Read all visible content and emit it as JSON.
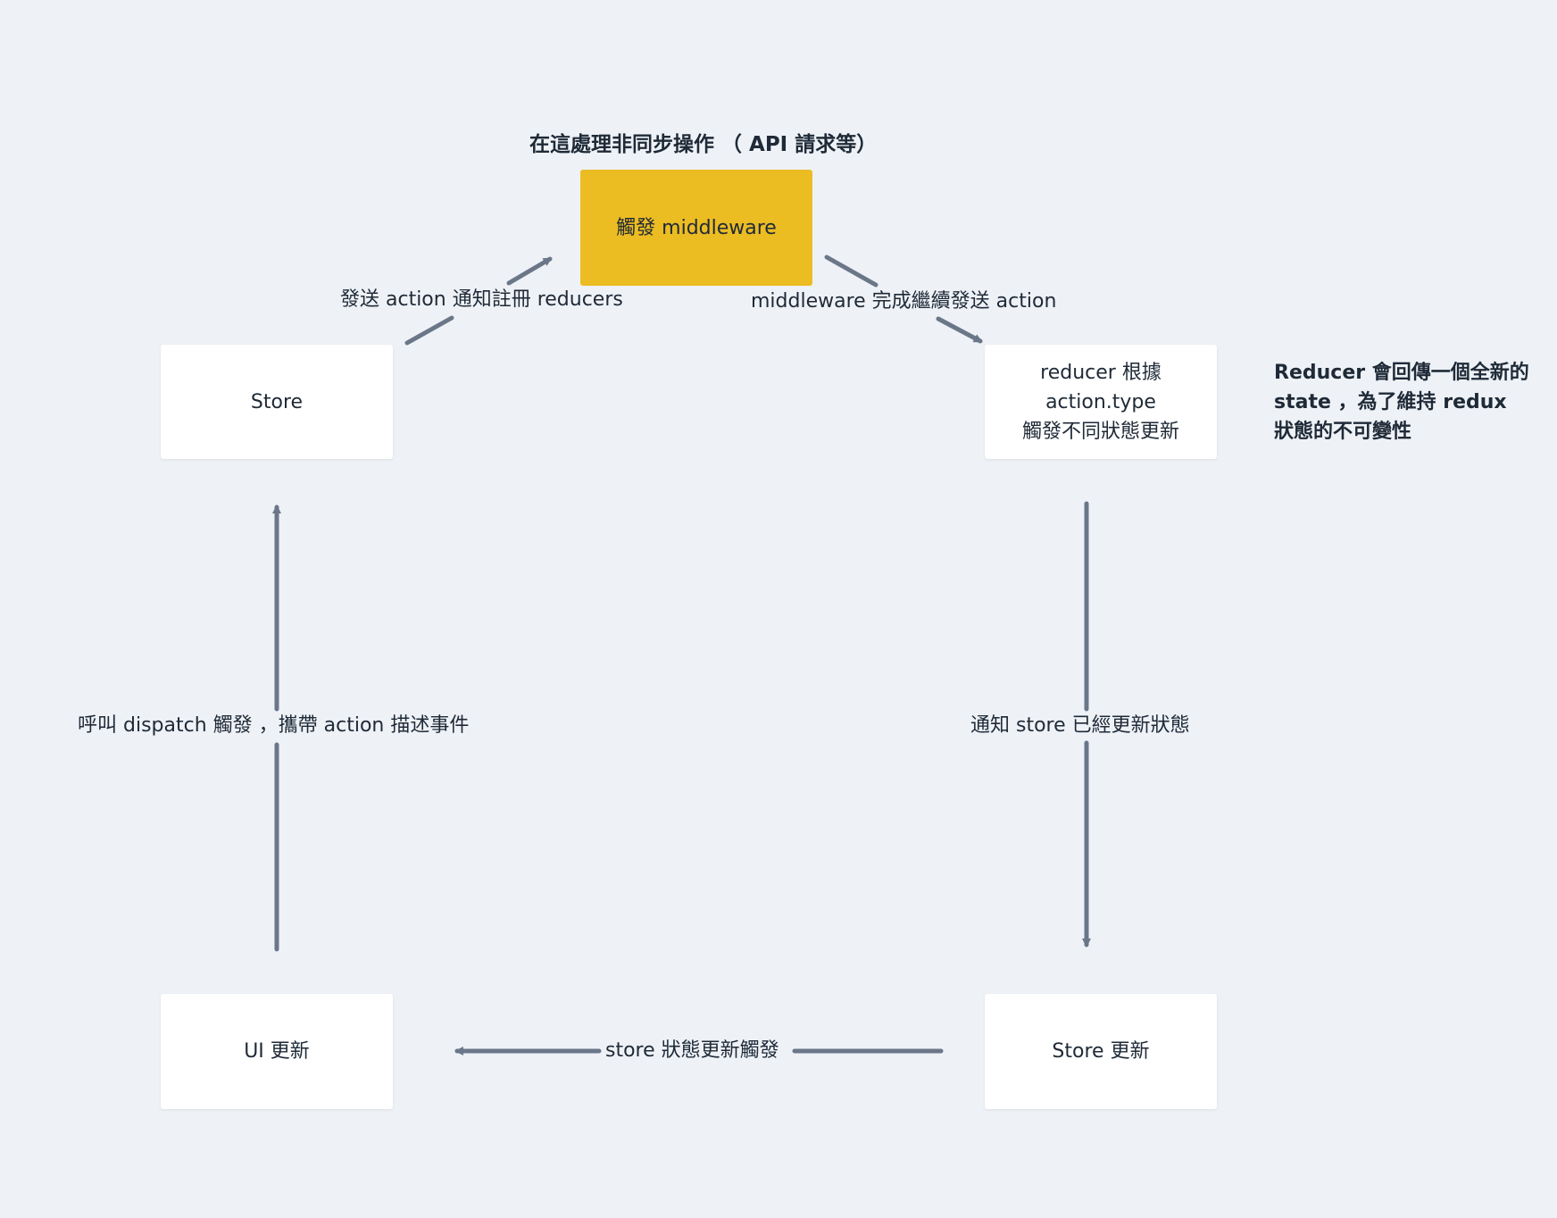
{
  "diagram": {
    "heading": "在這處理非同步操作 （ API 請求等）",
    "side_note": "Reducer 會回傳一個全新的\nstate ，為了維持 redux\n狀態的不可變性",
    "nodes": {
      "middleware": "觸發 middleware",
      "store": "Store",
      "reducer": "reducer 根據\naction.type\n觸發不同狀態更新",
      "ui_update": "UI 更新",
      "store_update": "Store 更新"
    },
    "edges": {
      "store_to_middleware": "發送 action 通知註冊 reducers",
      "middleware_to_reducer": "middleware 完成繼續發送 action",
      "reducer_to_store_update": "通知 store 已經更新狀態",
      "store_update_to_ui": "store 狀態更新觸發",
      "ui_to_store": "呼叫 dispatch 觸發 ，攜帶 action 描述事件"
    },
    "colors": {
      "background": "#eef2f7",
      "node": "#ffffff",
      "middleware_node": "#ecbc23",
      "arrow": "#6b7788",
      "text": "#1f2a37"
    }
  }
}
